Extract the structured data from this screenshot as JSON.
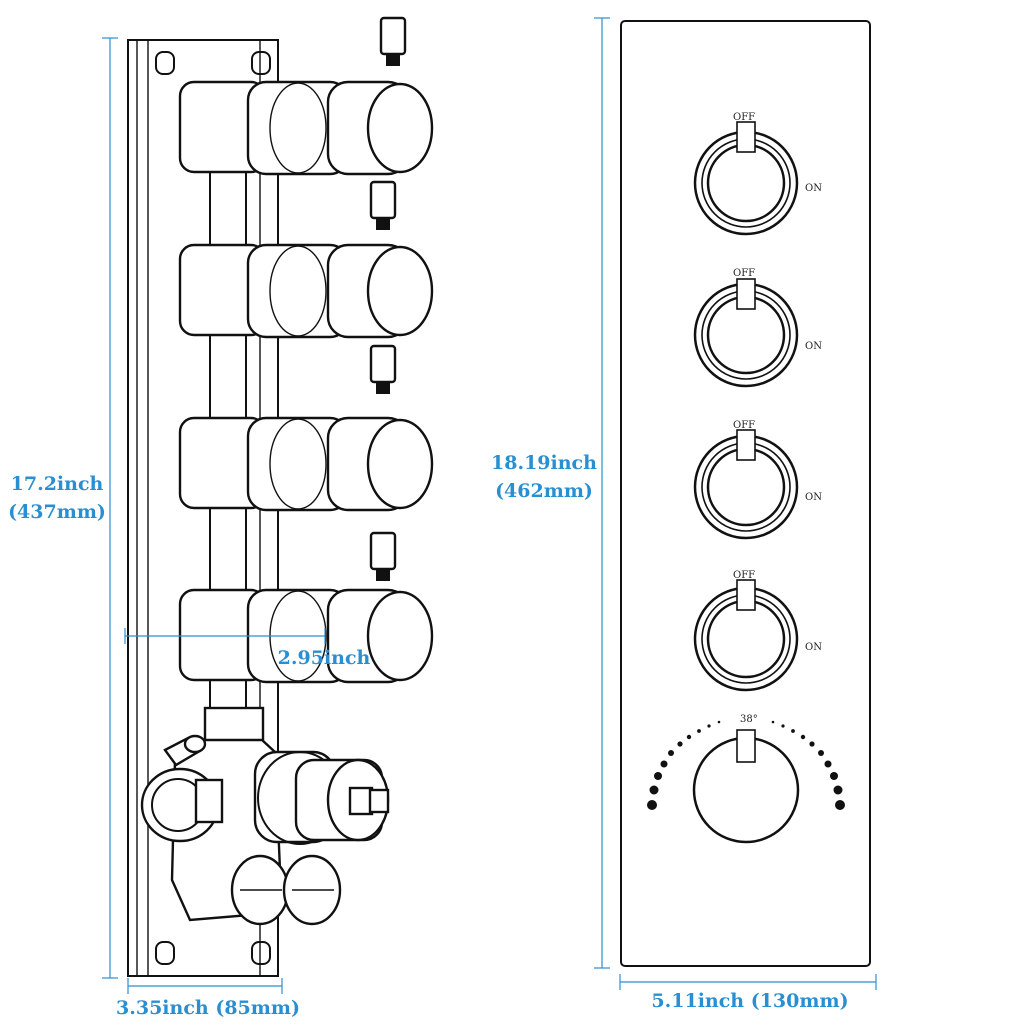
{
  "dimensions": {
    "left_height_in": "17.2inch",
    "left_height_mm": "(437mm)",
    "left_depth": "2.95inch",
    "left_width": "3.35inch (85mm)",
    "right_height_in": "18.19inch",
    "right_height_mm": "(462mm)",
    "right_width": "5.11inch (130mm)"
  },
  "panel": {
    "valves": [
      {
        "off": "OFF",
        "on": "ON"
      },
      {
        "off": "OFF",
        "on": "ON"
      },
      {
        "off": "OFF",
        "on": "ON"
      },
      {
        "off": "OFF",
        "on": "ON"
      }
    ],
    "thermostat_label": "38°"
  },
  "colors": {
    "dimension": "#2a8fd0",
    "line": "#111111"
  }
}
